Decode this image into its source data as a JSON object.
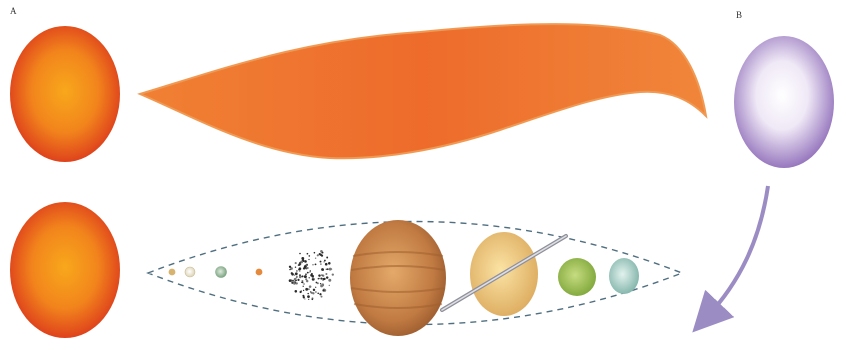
{
  "labels": {
    "panel_a": "A",
    "panel_b": "B"
  },
  "colors": {
    "sun_inner": "#f6a01a",
    "sun_outer": "#e0401c",
    "filament": "#ee6a22",
    "star_b_inner": "#ffffff",
    "star_b_outer": "#9a7cc0",
    "arrow": "#9b8cc4",
    "orbit_dash": "#4f6f80"
  },
  "bodies": [
    {
      "name": "mercury",
      "color": "#d6b36e"
    },
    {
      "name": "venus",
      "color": "#f1ecd8"
    },
    {
      "name": "earth",
      "color": "#a8c7a6"
    },
    {
      "name": "mars",
      "color": "#e58a3c"
    },
    {
      "name": "asteroid-belt",
      "color": "#333333"
    },
    {
      "name": "jupiter",
      "color": "#c68a4e"
    },
    {
      "name": "saturn",
      "color": "#eac77a"
    },
    {
      "name": "uranus",
      "color": "#9dbb52"
    },
    {
      "name": "neptune",
      "color": "#a8cfc6"
    }
  ]
}
